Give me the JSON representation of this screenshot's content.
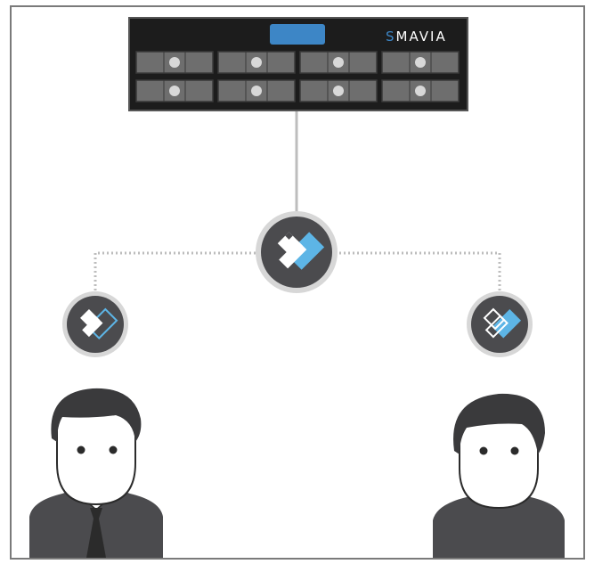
{
  "device": {
    "brand_prefix": "S",
    "brand_rest": "MAVIA",
    "screen_indicator": "status-display",
    "drive_bays_per_row": 4,
    "drive_rows": 2,
    "colors": {
      "chassis": "#1c1c1c",
      "accent": "#3d86c6",
      "bay": "#6e6e6e",
      "led": "#d8d8d8"
    }
  },
  "diagram": {
    "link_style": {
      "solid_color": "#bdbdbd",
      "dotted_color": "#bdbdbd"
    },
    "nodes": [
      {
        "id": "hub",
        "icon": "hub-logo-icon"
      },
      {
        "id": "client-left",
        "icon": "client-logo-icon"
      },
      {
        "id": "client-right",
        "icon": "client-logo-icon"
      }
    ],
    "users": [
      {
        "id": "user-left",
        "attire": "shirt-and-tie"
      },
      {
        "id": "user-right",
        "attire": "casual"
      }
    ]
  }
}
